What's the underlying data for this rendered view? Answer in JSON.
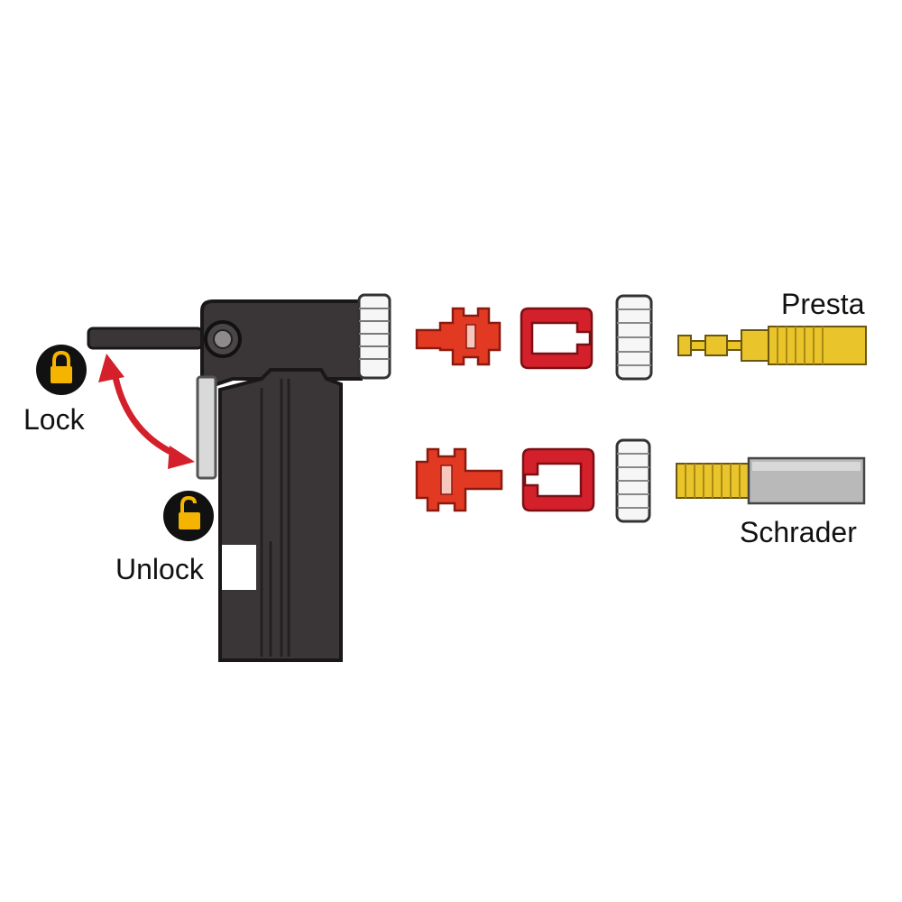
{
  "labels": {
    "lock": "Lock",
    "unlock": "Unlock",
    "presta": "Presta",
    "schrader": "Schrader"
  },
  "icons": {
    "lock": "locked-padlock-icon",
    "unlock": "unlocked-padlock-icon",
    "arrow": "curved-double-arrow-icon"
  },
  "colors": {
    "pump_body": "#3a3536",
    "pump_outline": "#1a1718",
    "lever": "#d9d9d9",
    "red_part": "#e23a22",
    "red_ring": "#d4202b",
    "brass": "#e9c42a",
    "grey_valve": "#b9b9b9",
    "arrow": "#d4202b",
    "icon_bg": "#111111",
    "icon_lock": "#f4b400"
  }
}
